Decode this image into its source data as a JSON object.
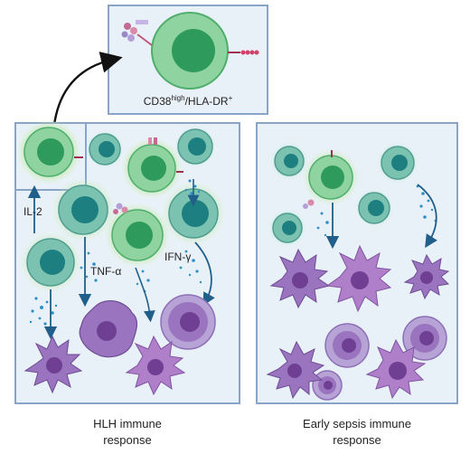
{
  "inset_label": {
    "main": "CD38",
    "sup1": "high",
    "mid": "/HLA-DR",
    "sup2": "+"
  },
  "cytokines": {
    "il2": "IL-2",
    "tnf": "TNF-α",
    "ifn": "IFN-γ"
  },
  "captions": {
    "left": {
      "line1": "HLH immune",
      "line2": "response"
    },
    "right": {
      "line1": "Early sepsis immune",
      "line2": "response"
    }
  },
  "colors": {
    "panel_fill": "#e9f1f8",
    "panel_border": "#8aa4c8",
    "activated_cell": "#8fd3a0",
    "activated_nucleus": "#2e9b5c",
    "t_cell": "#7cc2b0",
    "t_nucleus": "#1d7f80",
    "macrophage": "#9a74bf",
    "macrophage_nucleus": "#6e3f93",
    "cytokine_dots": "#2f8fc6",
    "arrow": "#1f5f8a"
  }
}
